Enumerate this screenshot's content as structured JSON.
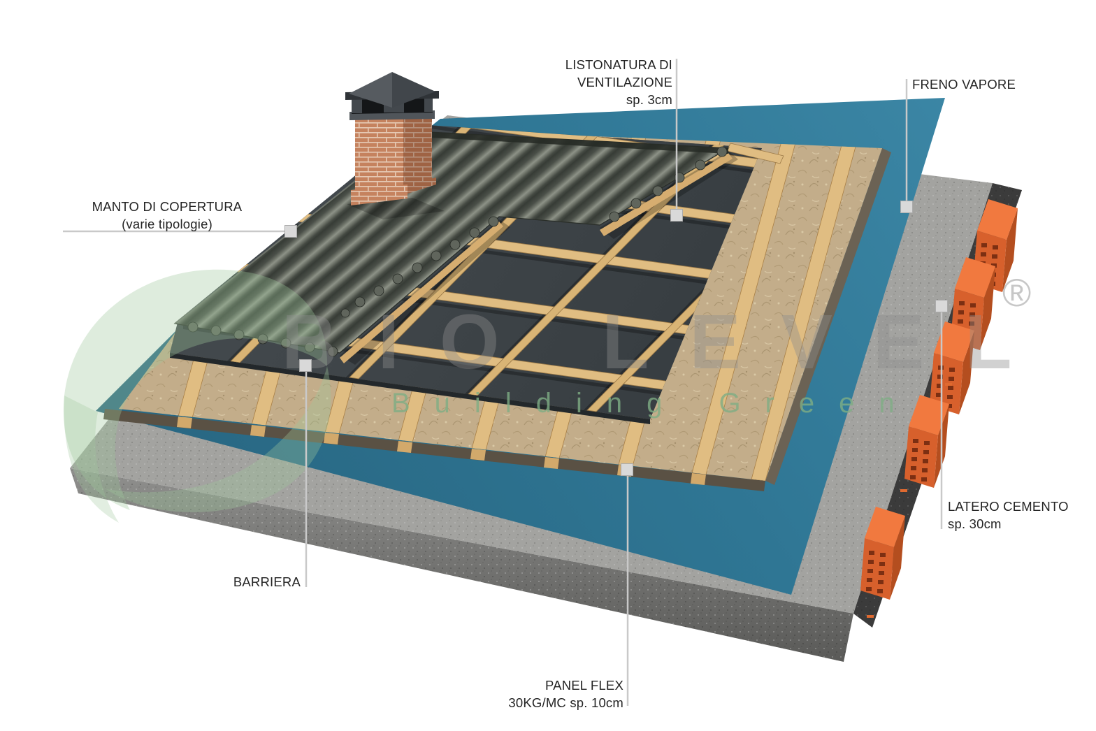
{
  "labels": {
    "manto_di_copertura": {
      "line1": "MANTO DI COPERTURA",
      "line2": "(varie tipologie)"
    },
    "listonatura": {
      "line1": "LISTONATURA DI",
      "line2": "VENTILAZIONE",
      "line3": "sp. 3cm"
    },
    "freno_vapore": {
      "line1": "FRENO VAPORE"
    },
    "barriera": {
      "line1": "BARRIERA"
    },
    "panel_flex": {
      "line1": "PANEL FLEX",
      "line2": "30KG/MC sp. 10cm"
    },
    "latero_cemento": {
      "line1": "LATERO CEMENTO",
      "line2": "sp. 30cm"
    }
  },
  "watermark": {
    "brand": "BIO LEVEL",
    "registered_mark": "®",
    "tagline": "Building Green"
  },
  "colors": {
    "background": "#ffffff",
    "roof_sheet_gray_green": "#5f6458",
    "ventilation_batten_wood": "#e0bd82",
    "barrier_membrane": "#3e4448",
    "panel_flex_insulation": "#c3ad8a",
    "vapor_barrier_blue": "#2f7694",
    "concrete_gray": "#a3a3a0",
    "concrete_front": "#7a7a78",
    "concrete_side_dark": "#3b3b3b",
    "clay_block_orange": "#d7602c",
    "chimney_brick": "#c5825e",
    "leader_line_gray": "#c9c9c9",
    "label_text": "#242424",
    "watermark_gray": "#8d8d8d",
    "watermark_green_text": "#7fae85",
    "watermark_green_leaf": "#9fc79a"
  }
}
